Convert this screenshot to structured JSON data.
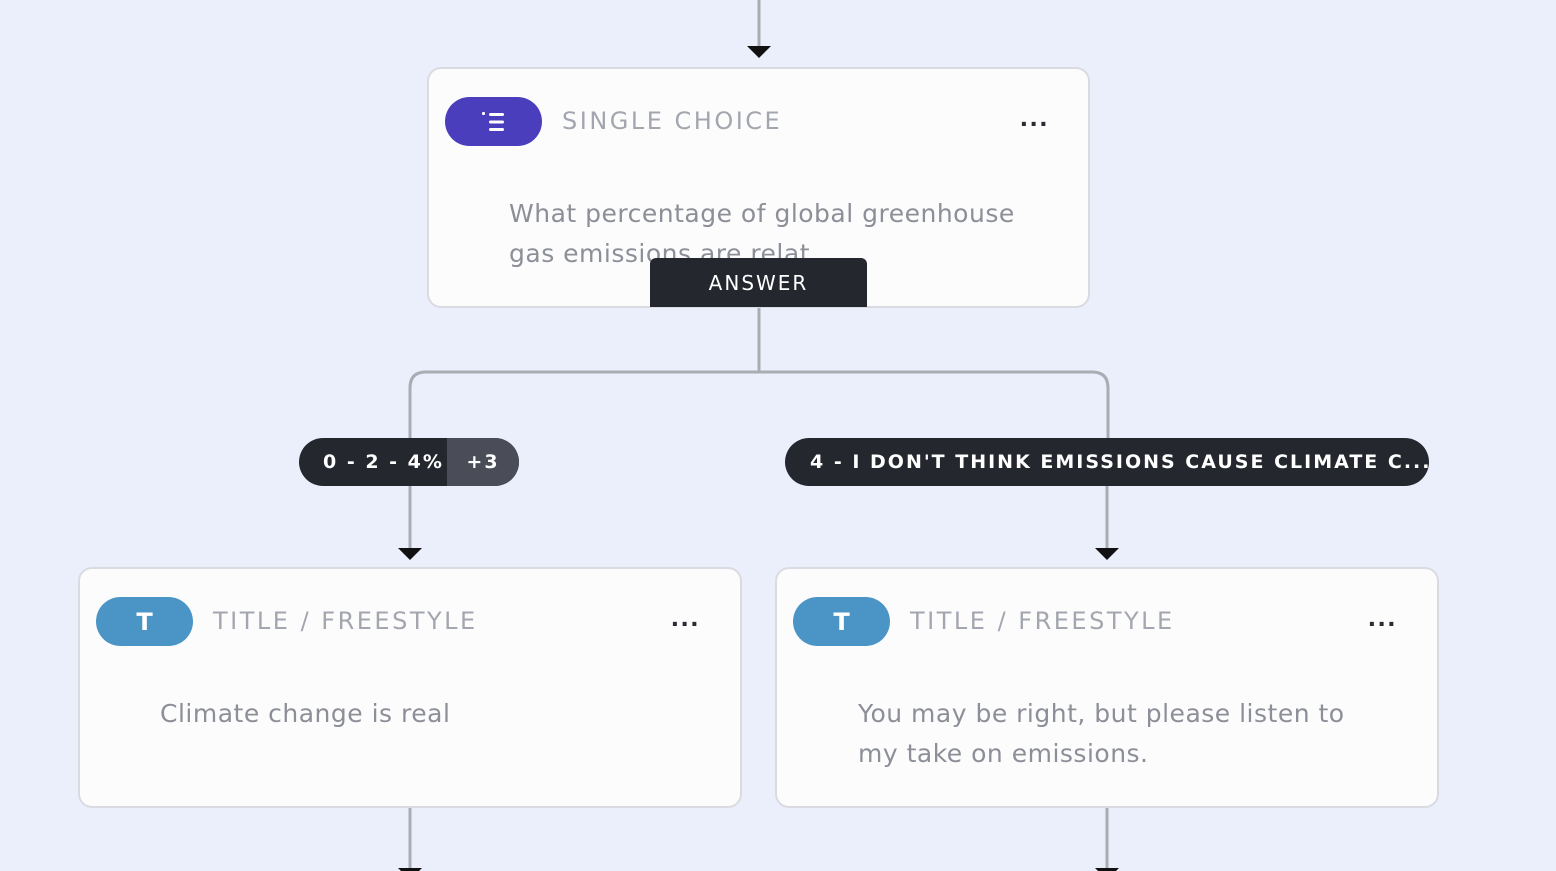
{
  "question_card": {
    "type_label": "SINGLE CHOICE",
    "icon": "list-icon",
    "text": "What percentage of global greenhouse gas emissions are relat...",
    "menu": "...",
    "tag": "ANSWER",
    "accent": "#4a3ebd"
  },
  "branches": [
    {
      "label": "0 - 2 - 4%",
      "extra": "+3"
    },
    {
      "label": "4 - I DON'T THINK EMISSIONS CAUSE CLIMATE C..."
    }
  ],
  "title_cards": [
    {
      "type_label": "TITLE / FREESTYLE",
      "icon_letter": "T",
      "text": "Climate change is real",
      "menu": "...",
      "accent": "#4b94c6"
    },
    {
      "type_label": "TITLE / FREESTYLE",
      "icon_letter": "T",
      "text": "You may be right, but please listen to my take on emissions.",
      "menu": "...",
      "accent": "#4b94c6"
    }
  ]
}
